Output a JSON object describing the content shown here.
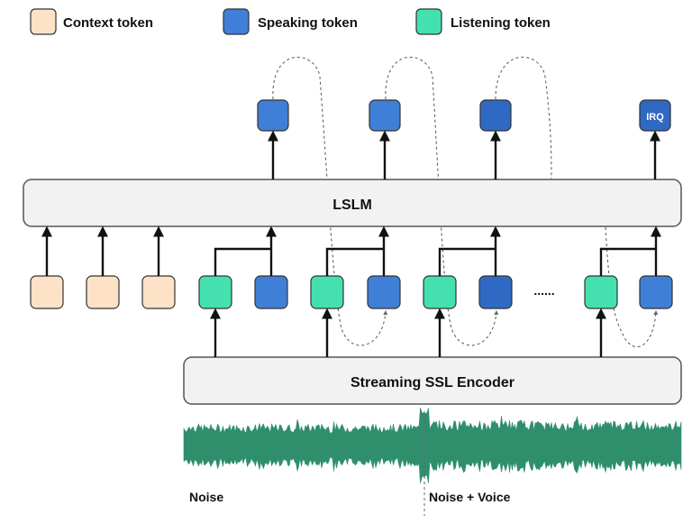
{
  "legend": {
    "context_label": "Context token",
    "speaking_label": "Speaking token",
    "listening_label": "Listening token"
  },
  "lslm": {
    "label": "LSLM"
  },
  "encoder": {
    "label": "Streaming SSL Encoder"
  },
  "irq": {
    "label": "IRQ"
  },
  "ellipsis": {
    "label": "......"
  },
  "waveform": {
    "noise_label": "Noise",
    "noise_voice_label": "Noise + Voice"
  },
  "colors": {
    "context_token": "#fde2c8",
    "speaking_token": "#3f7fd8",
    "speaking_token_dark": "#2f69c4",
    "listening_token": "#45e0b0",
    "block_fill": "#f2f2f2",
    "waveform": "#2f8f6d"
  }
}
